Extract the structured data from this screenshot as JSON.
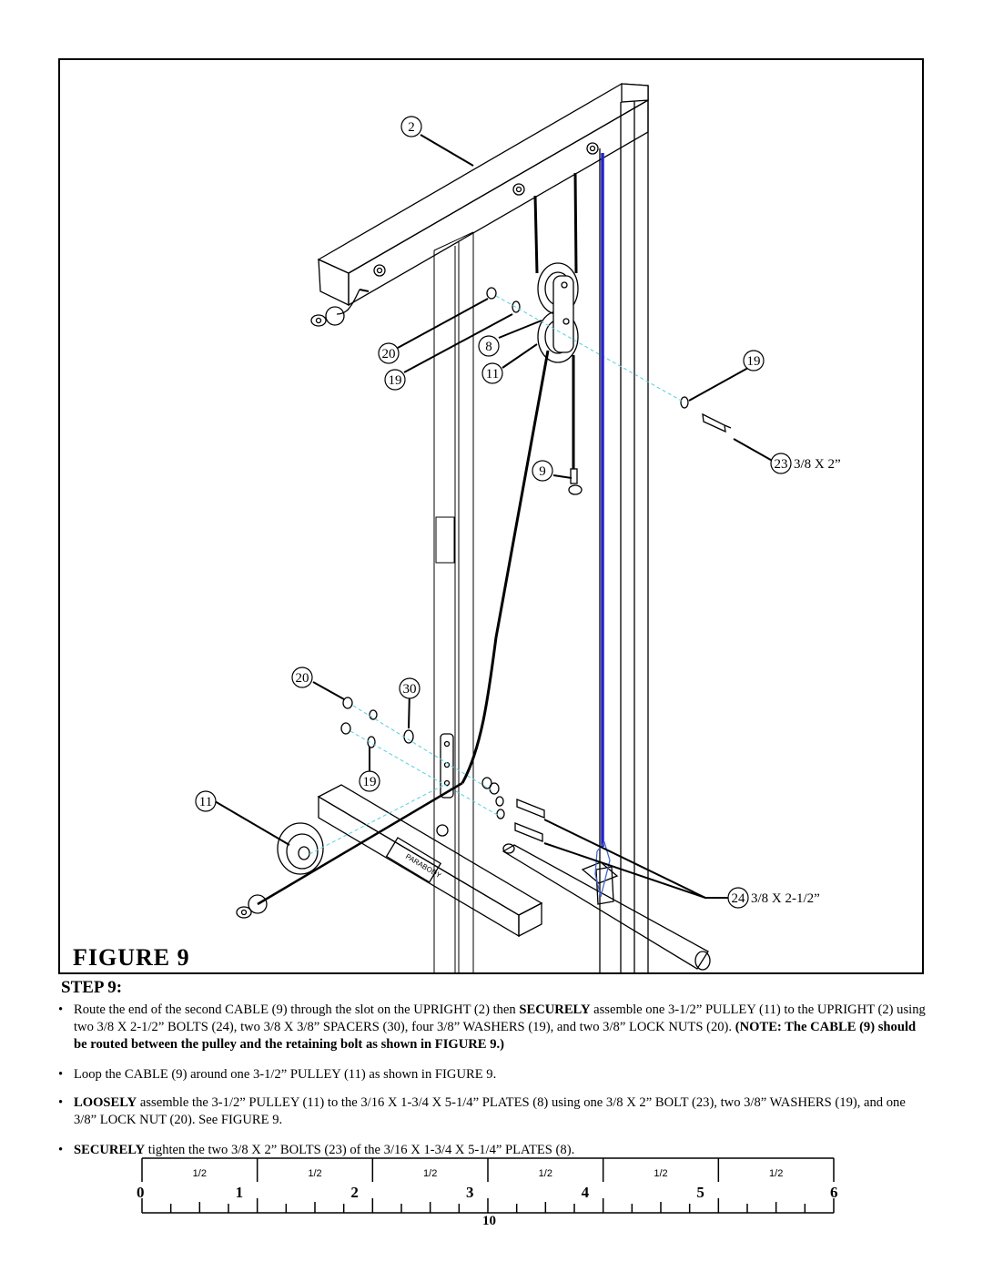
{
  "figure": {
    "title": "FIGURE 9",
    "callouts": {
      "c2": "2",
      "c20a": "20",
      "c19a": "19",
      "c8": "8",
      "c11a": "11",
      "c19b": "19",
      "c9": "9",
      "c23": "23",
      "c23_label": "3/8 X 2”",
      "c20b": "20",
      "c30": "30",
      "c19c": "19",
      "c11b": "11",
      "c24": "24",
      "c24_label": "3/8 X 2-1/2”"
    },
    "logo_text": "PARABODY",
    "cable_highlight_color": "#2222cc"
  },
  "step": {
    "title": "STEP 9:",
    "bullets": [
      {
        "parts": [
          "Route  the end of the second CABLE (9) through the slot on the UPRIGHT (2) then ",
          "SECURELY",
          " assemble one 3-1/2” PULLEY (11) to the UPRIGHT (2) using two 3/8 X 2-1/2” BOLTS (24),  two 3/8 X 3/8” SPACERS (30), four 3/8” WASHERS (19), and two 3/8” LOCK NUTS (20). ",
          "(NOTE: The CABLE (9) should be routed between the pulley and the retaining bolt as shown in FIGURE 9.)"
        ]
      },
      {
        "parts": [
          "Loop the CABLE (9) around one 3-1/2” PULLEY (11) as shown in FIGURE 9."
        ]
      },
      {
        "parts": [
          "LOOSELY",
          " assemble the 3-1/2” PULLEY (11) to the 3/16 X 1-3/4 X 5-1/4” PLATES (8) using one 3/8 X 2” BOLT (23), two 3/8” WASHERS (19), and one  3/8” LOCK NUT (20). See FIGURE 9."
        ]
      },
      {
        "parts": [
          "SECURELY",
          " tighten the two 3/8 X 2” BOLTS (23) of the 3/16 X 1-3/4 X 5-1/4” PLATES (8)."
        ]
      }
    ]
  },
  "ruler": {
    "numbers": [
      "0",
      "1",
      "2",
      "3",
      "4",
      "5",
      "6"
    ],
    "half_labels": [
      "1/2",
      "1/2",
      "1/2",
      "1/2",
      "1/2",
      "1/2"
    ]
  },
  "page_number": "10"
}
